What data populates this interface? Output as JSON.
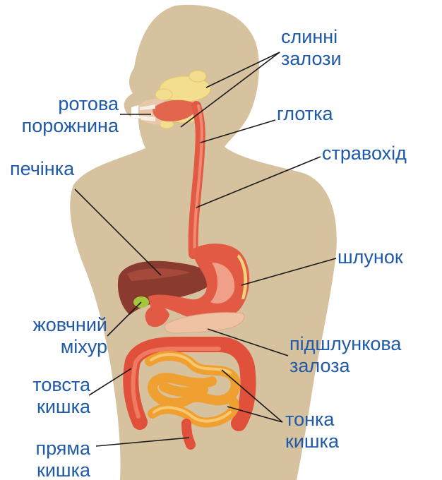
{
  "colors": {
    "label_text": "#1f5aa8",
    "body_silhouette": "#d6c29f",
    "leader_lines": "#1a1a1a",
    "salivary_glands": "#f3dd8e",
    "esophagus": "#e25a44",
    "liver": "#8a3a2e",
    "gallbladder": "#a3c83c",
    "small_intestine": "#f0a030",
    "large_intestine": "#e0503a",
    "pancreas": "#f0c2a4"
  },
  "labels": {
    "salivary_glands": [
      "слинні",
      "залози"
    ],
    "oral_cavity": [
      "ротова",
      "порожнина"
    ],
    "pharynx": [
      "глотка"
    ],
    "esophagus": [
      "стравохід"
    ],
    "liver": [
      "печінка"
    ],
    "stomach": [
      "шлунок"
    ],
    "gallbladder": [
      "жовчний",
      "міхур"
    ],
    "pancreas": [
      "підшлункова",
      "залоза"
    ],
    "large_intestine": [
      "товста",
      "кишка"
    ],
    "small_intestine": [
      "тонка",
      "кишка"
    ],
    "rectum": [
      "пряма",
      "кишка"
    ]
  }
}
